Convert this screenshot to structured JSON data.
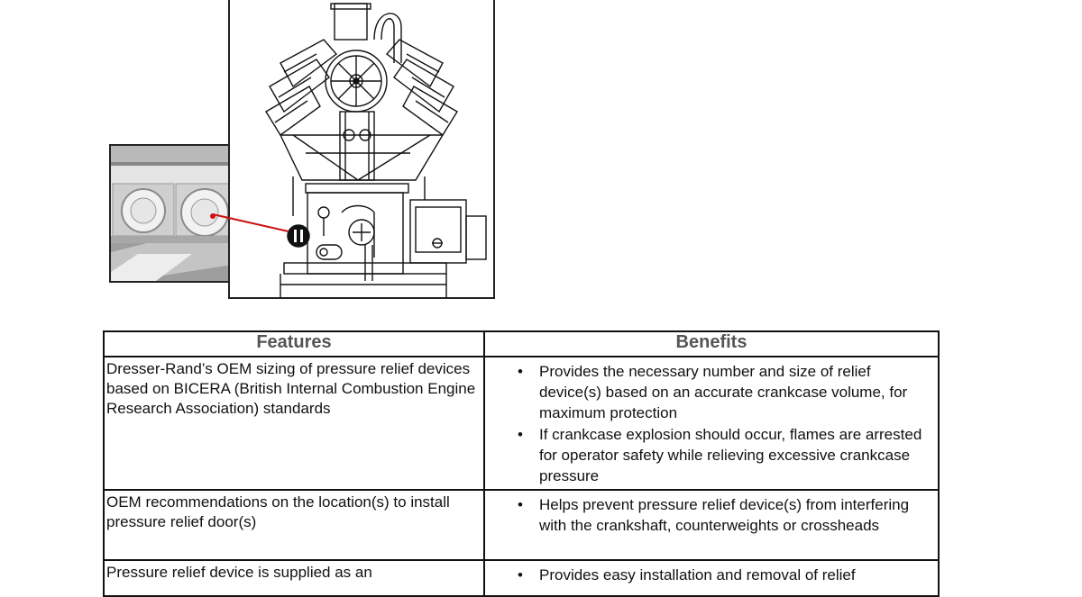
{
  "figure": {
    "photo_icon": "relief-door-photo",
    "engine_icon": "engine-cross-section-drawing",
    "callout_color": "#cc1111"
  },
  "table": {
    "headers": {
      "features": "Features",
      "benefits": "Benefits"
    },
    "rows": [
      {
        "feature": "Dresser-Rand’s OEM sizing of pressure relief devices based on BICERA (British Internal Combustion Engine Research Association) standards",
        "benefits": [
          "Provides the necessary number and size of relief device(s) based on an accurate crankcase volume, for maximum protection",
          "If crankcase explosion should occur, flames are arrested for operator safety while relieving excessive crankcase pressure"
        ]
      },
      {
        "feature": "OEM recommendations on the location(s) to install pressure relief door(s)",
        "benefits": [
          "Helps prevent pressure relief device(s) from interfering with the crankshaft, counterweights or crossheads"
        ]
      },
      {
        "feature": "Pressure relief device is supplied as an",
        "benefits": [
          "Provides easy installation and removal of relief"
        ]
      }
    ]
  }
}
